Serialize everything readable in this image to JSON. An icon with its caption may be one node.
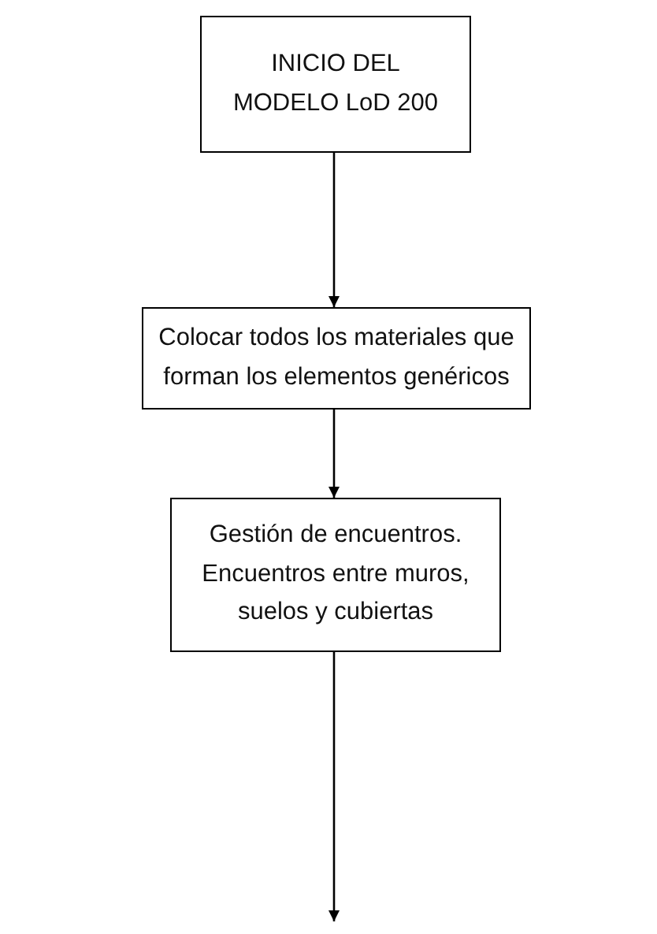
{
  "diagram": {
    "nodes": [
      {
        "text": [
          "INICIO DEL MODELO LoD 200"
        ]
      },
      {
        "text": [
          "Colocar todos los materiales que forman los elementos genéricos"
        ]
      },
      {
        "text": [
          "Gestión de encuentros. Encuentros entre muros, suelos y cubiertas"
        ]
      }
    ],
    "edges": [
      {
        "from": 0,
        "to": 1,
        "arrow": "to"
      },
      {
        "from": 1,
        "to": 2,
        "arrow": "to"
      },
      {
        "from": 2,
        "to": null,
        "arrow": "to"
      }
    ]
  }
}
